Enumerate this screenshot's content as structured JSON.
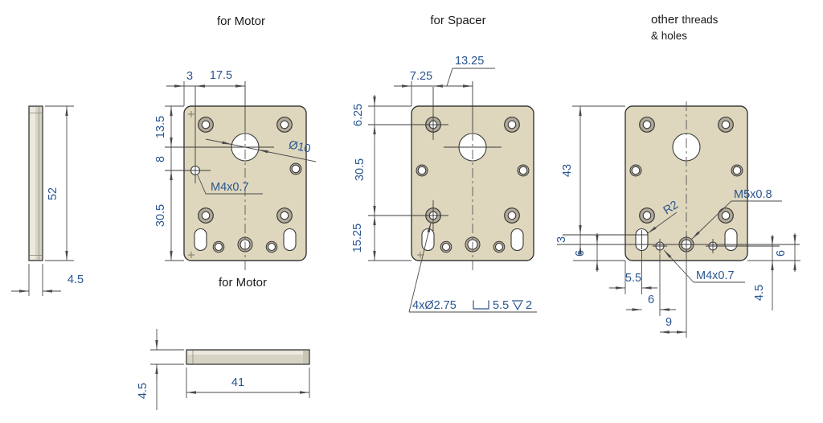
{
  "drawing": {
    "side_view": {
      "length": "52",
      "thickness": "4.5"
    },
    "motor_view": {
      "title_top": "for Motor",
      "title_bottom": "for Motor",
      "dim_edge_offset": "3",
      "dim_hole_offset": "17.5",
      "dim_top_to_center": "13.5",
      "dim_center_to_thread": "8",
      "dim_thread_to_bottom": "30.5",
      "center_hole_dia": "Ø10",
      "thread_note": "M4x0.7"
    },
    "spacer_view": {
      "title": "for Spacer",
      "dim_center_offset": "13.25",
      "dim_edge_offset": "7.25",
      "dim_top_offset": "6.25",
      "dim_hole_spacing": "30.5",
      "dim_bottom_offset": "15.25",
      "cbore_note_prefix": "4xØ2.75",
      "cbore_diameter": "5.5",
      "cbore_depth": "2"
    },
    "other_view": {
      "title_word_big": "other ",
      "title_word_small": "threads",
      "title_line2": "& holes",
      "dim_height": "43",
      "dim_slot_centers": "3",
      "dim_row_to_bottom": "6",
      "slot_radius": "R2",
      "thread_m5": "M5x0.8",
      "thread_m4": "M4x0.7",
      "dim_edge_to_slot": "5.5",
      "dim_slot_to_hole": "6",
      "dim_hole_to_center": "9",
      "dim_right_upper": "6",
      "dim_right_lower": "4.5"
    },
    "bottom_view": {
      "length": "41",
      "thickness": "4.5"
    }
  },
  "colors": {
    "plate-fill": "#ded7bd",
    "plate-edge-fill": "#d7d4c6",
    "plate-hilite": "#eceadf",
    "plate-endcap": "#c9c6b6",
    "ring-fill": "#b2aa98",
    "line": "#3a3a3a",
    "dim-line": "#4a4a4a",
    "dim-text": "#2a5590",
    "title-text": "#1a1a1a"
  }
}
